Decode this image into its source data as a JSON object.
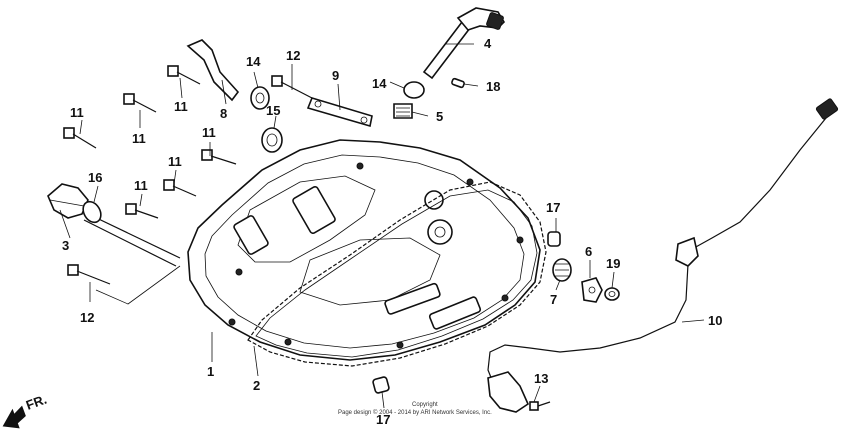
{
  "callouts": {
    "p1": "1",
    "p2": "2",
    "p3": "3",
    "p4": "4",
    "p5": "5",
    "p6": "6",
    "p7": "7",
    "p8": "8",
    "p9": "9",
    "p10": "10",
    "p11a": "11",
    "p11b": "11",
    "p11c": "11",
    "p11d": "11",
    "p11e": "11",
    "p11f": "11",
    "p12a": "12",
    "p12b": "12",
    "p13": "13",
    "p14a": "14",
    "p14b": "14",
    "p15": "15",
    "p16": "16",
    "p17a": "17",
    "p17b": "17",
    "p18": "18",
    "p19": "19"
  },
  "direction_label": "FR.",
  "copyright": {
    "line1": "Copyright",
    "line2": "Page design © 2004 - 2014 by ARI Network Services, Inc."
  }
}
